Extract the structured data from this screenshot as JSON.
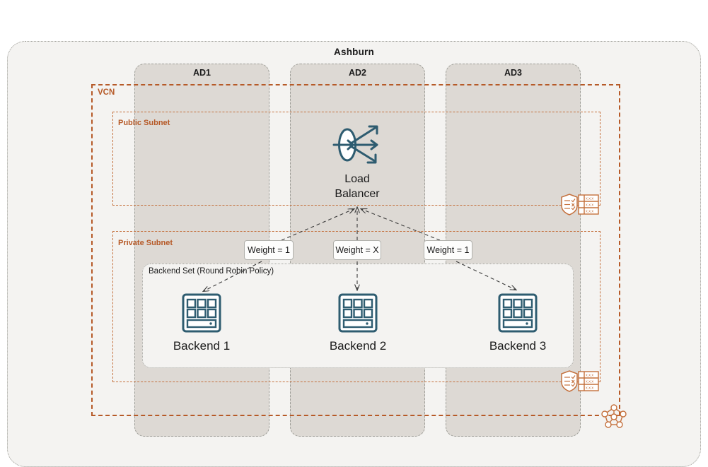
{
  "diagram": {
    "region": {
      "title": "Ashburn"
    },
    "availability_domains": [
      {
        "label": "AD1"
      },
      {
        "label": "AD2"
      },
      {
        "label": "AD3"
      }
    ],
    "vcn": {
      "label": "VCN"
    },
    "subnets": [
      {
        "key": "public",
        "label": "Public Subnet"
      },
      {
        "key": "private",
        "label": "Private Subnet"
      }
    ],
    "load_balancer": {
      "icon": "load-balancer-icon",
      "label_line1": "Load",
      "label_line2": "Balancer"
    },
    "weights": [
      {
        "label": "Weight = 1"
      },
      {
        "label": "Weight = X"
      },
      {
        "label": "Weight = 1"
      }
    ],
    "backend_set": {
      "title": "Backend Set (Round Robin Policy)",
      "backends": [
        {
          "label": "Backend 1",
          "icon": "server-icon"
        },
        {
          "label": "Backend 2",
          "icon": "server-icon"
        },
        {
          "label": "Backend 3",
          "icon": "server-icon"
        }
      ]
    },
    "security_lists": [
      {
        "icon": "shield-icon",
        "table_icon": "route-table-icon",
        "rows": [
          "x.x.x",
          "x.x.x",
          "x.x.x"
        ]
      },
      {
        "icon": "shield-icon",
        "table_icon": "route-table-icon",
        "rows": [
          "x.x.x",
          "x.x.x",
          "x.x.x"
        ]
      }
    ],
    "mesh": {
      "icon": "network-mesh-icon"
    },
    "colors": {
      "accent_orange": "#b65a28",
      "subnet_orange": "#c4703c",
      "icon_teal": "#2e5c70",
      "ad_fill": "#ddd9d4",
      "region_fill": "#f4f3f1",
      "gray_border": "#9d9d97",
      "text_dark": "#1b1b1b"
    }
  }
}
